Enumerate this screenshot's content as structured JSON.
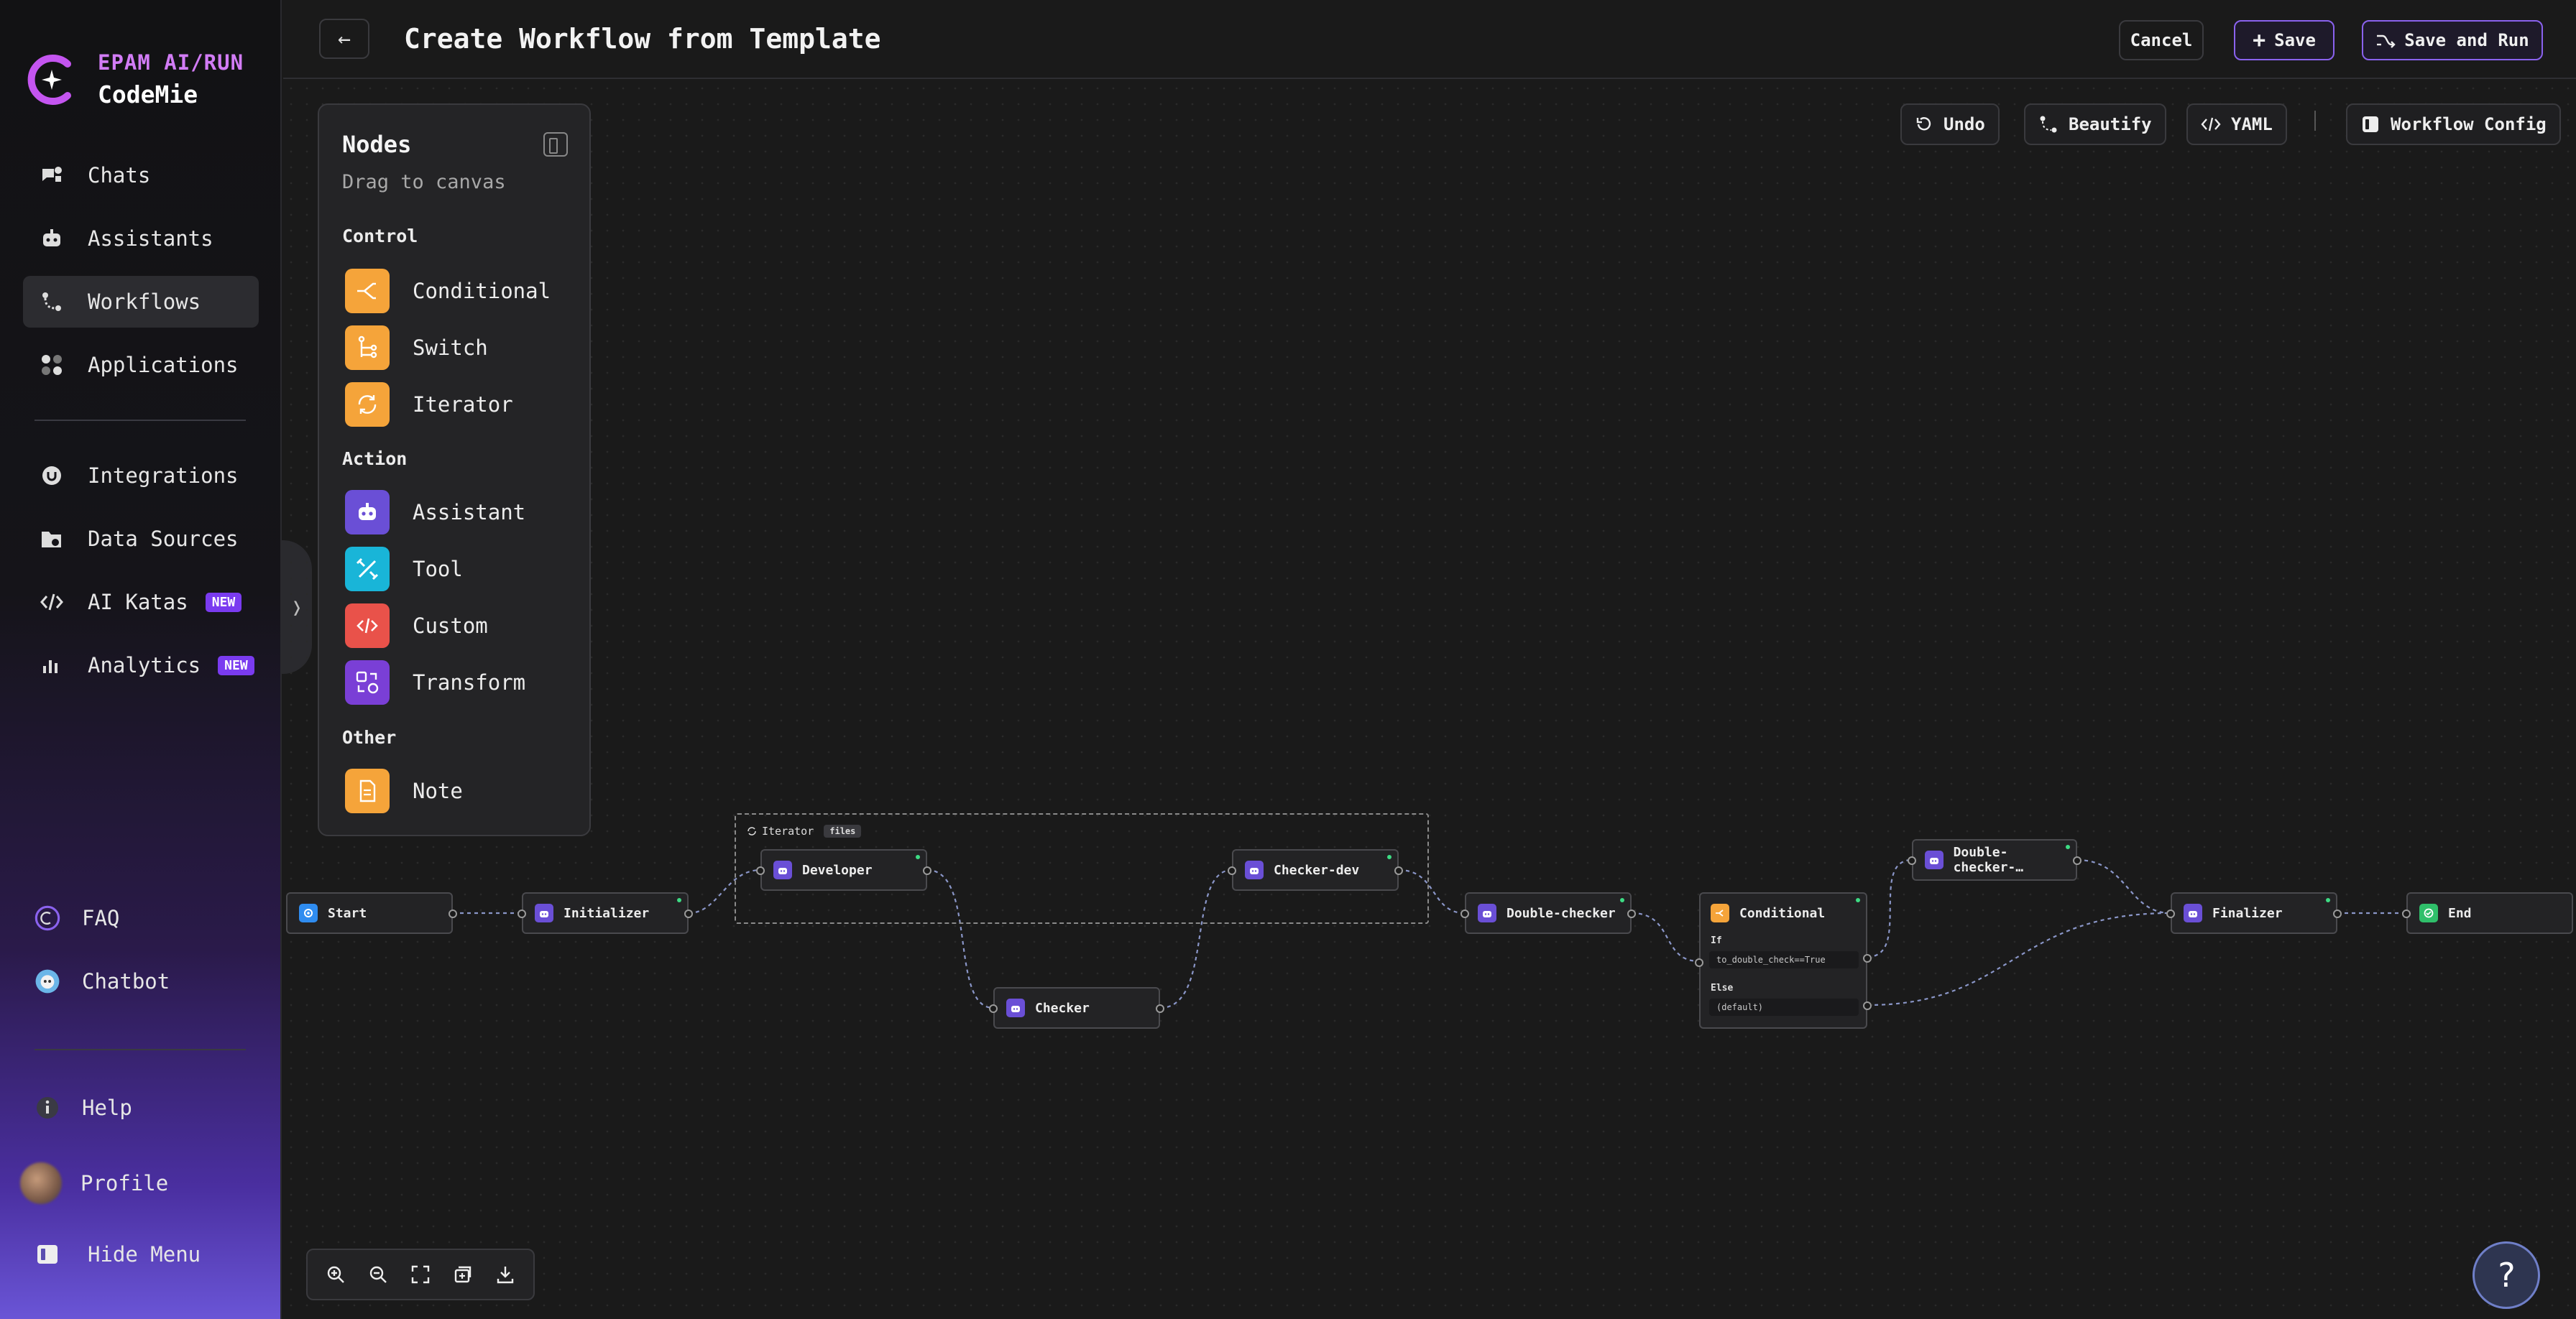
{
  "brand": {
    "line1": "EPAM AI/RUN",
    "line2": "CodeMie"
  },
  "nav": [
    {
      "label": "Chats",
      "icon": "chats-icon"
    },
    {
      "label": "Assistants",
      "icon": "assistants-icon"
    },
    {
      "label": "Workflows",
      "icon": "workflows-icon",
      "active": true
    },
    {
      "label": "Applications",
      "icon": "applications-icon"
    },
    {
      "label": "Integrations",
      "icon": "integrations-icon"
    },
    {
      "label": "Data Sources",
      "icon": "data-sources-icon"
    },
    {
      "label": "AI Katas",
      "icon": "code-icon",
      "badge": "NEW"
    },
    {
      "label": "Analytics",
      "icon": "analytics-icon",
      "badge": "NEW"
    }
  ],
  "sidebar_bottom": {
    "faq": "FAQ",
    "chatbot": "Chatbot",
    "help": "Help",
    "profile": "Profile",
    "hide_menu": "Hide Menu"
  },
  "header": {
    "title": "Create Workflow from Template",
    "cancel": "Cancel",
    "save": "Save",
    "save_run": "Save and Run"
  },
  "toolbar": {
    "undo": "Undo",
    "beautify": "Beautify",
    "yaml": "YAML",
    "workflow_config": "Workflow Config"
  },
  "nodes_panel": {
    "title": "Nodes",
    "subtitle": "Drag to canvas",
    "sections": {
      "control": "Control",
      "action": "Action",
      "other": "Other"
    },
    "items": {
      "conditional": "Conditional",
      "switch": "Switch",
      "iterator": "Iterator",
      "assistant": "Assistant",
      "tool": "Tool",
      "custom": "Custom",
      "transform": "Transform",
      "note": "Note"
    }
  },
  "workflow": {
    "iterator_label": "Iterator",
    "iterator_tag": "files",
    "nodes": {
      "start": "Start",
      "initializer": "Initializer",
      "developer": "Developer",
      "checker": "Checker",
      "checker_dev": "Checker-dev",
      "double_checker": "Double-checker",
      "conditional": "Conditional",
      "double_checker_2": "Double-checker-…",
      "finalizer": "Finalizer",
      "end": "End"
    },
    "conditional_if": "If",
    "conditional_if_expr": "to_double_check==True",
    "conditional_else": "Else",
    "conditional_else_value": "(default)"
  },
  "help_fab": "?",
  "colors": {
    "accent_purple": "#8a62ee",
    "control_orange": "#f5a43a",
    "assistant_purple": "#6a4fd6",
    "tool_cyan": "#19b5d8",
    "custom_red": "#e9524a",
    "start_blue": "#2f8cf0",
    "end_green": "#2fbf6a"
  }
}
